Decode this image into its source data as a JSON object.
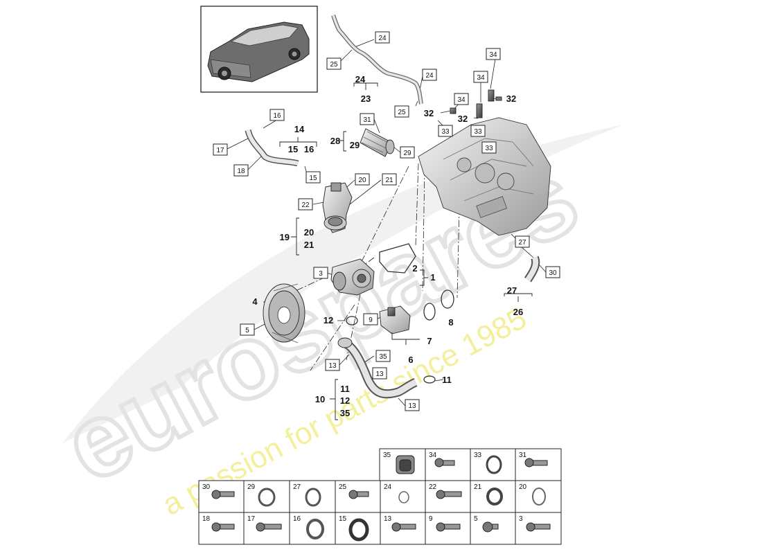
{
  "watermark": {
    "brand": "eurospares",
    "tagline": "a passion for parts since 1985"
  },
  "callouts": {
    "c24a": "24",
    "c25a": "25",
    "g24": "24",
    "g23": "23",
    "c24b": "24",
    "c25b": "25",
    "c34a": "34",
    "c34b": "34",
    "c34c": "34",
    "c32a": "32",
    "c32b": "32",
    "c32c": "32",
    "c33a": "33",
    "c33b": "33",
    "c33c": "33",
    "c16": "16",
    "g14": "14",
    "g15": "15",
    "g16": "16",
    "c17": "17",
    "c18": "18",
    "c15": "15",
    "c31": "31",
    "g28": "28",
    "g29": "29",
    "c29": "29",
    "c20": "20",
    "c21": "21",
    "c22": "22",
    "g19": "19",
    "g20": "20",
    "g21": "21",
    "c27": "27",
    "c30": "30",
    "g27": "27",
    "g26": "26",
    "c3": "3",
    "g2": "2",
    "g1": "1",
    "g4": "4",
    "c5": "5",
    "g12": "12",
    "c9": "9",
    "g8": "8",
    "g7": "7",
    "g6": "6",
    "c13a": "13",
    "c35": "35",
    "c13b": "13",
    "g11": "11",
    "c13c": "13",
    "g10": "10",
    "g11b": "11",
    "g12b": "12",
    "g35": "35"
  },
  "parts_table": {
    "row1": [
      "35",
      "34",
      "33",
      "31"
    ],
    "row2": [
      "30",
      "29",
      "27",
      "25",
      "24",
      "22",
      "21",
      "20"
    ],
    "row3": [
      "18",
      "17",
      "16",
      "15",
      "13",
      "9",
      "5",
      "3"
    ]
  },
  "colors": {
    "line": "#222222",
    "part_fill": "#dcdcdc",
    "part_dark": "#555555",
    "watermark": "#e2e2e2",
    "tagline": "#f2ee9a"
  }
}
